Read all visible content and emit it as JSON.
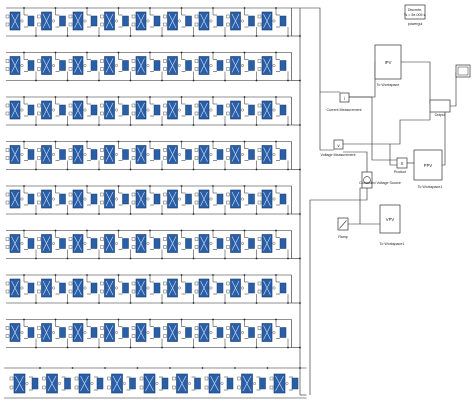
{
  "diagram": {
    "grid": {
      "rows": 8,
      "cols": 9
    },
    "bottom_row": {
      "modules": 9
    },
    "blocks": {
      "powergui": {
        "line1": "Discrete,",
        "line2": "Ts = 5e-005 s.",
        "caption": "powergui"
      },
      "ipv_scope": {
        "text": "IPV",
        "caption": "To Workspace"
      },
      "current_measurement": {
        "caption": "Current Measurement"
      },
      "voltage_measurement": {
        "caption": "Voltage Measurement"
      },
      "product": {
        "text": "X",
        "caption": "Product"
      },
      "cvs": {
        "caption": "Controlled Voltage Source"
      },
      "ppv_scope": {
        "text": "PPV",
        "caption": "To Workspace1"
      },
      "ramp": {
        "caption": "Ramp"
      },
      "vpv_scope": {
        "text": "VPV",
        "caption": "To Workspace1"
      },
      "output_scope": {
        "caption": "Output"
      }
    },
    "colors": {
      "module": "#2a5fa8",
      "module_edge": "#173a6b",
      "wire": "#222222"
    }
  }
}
